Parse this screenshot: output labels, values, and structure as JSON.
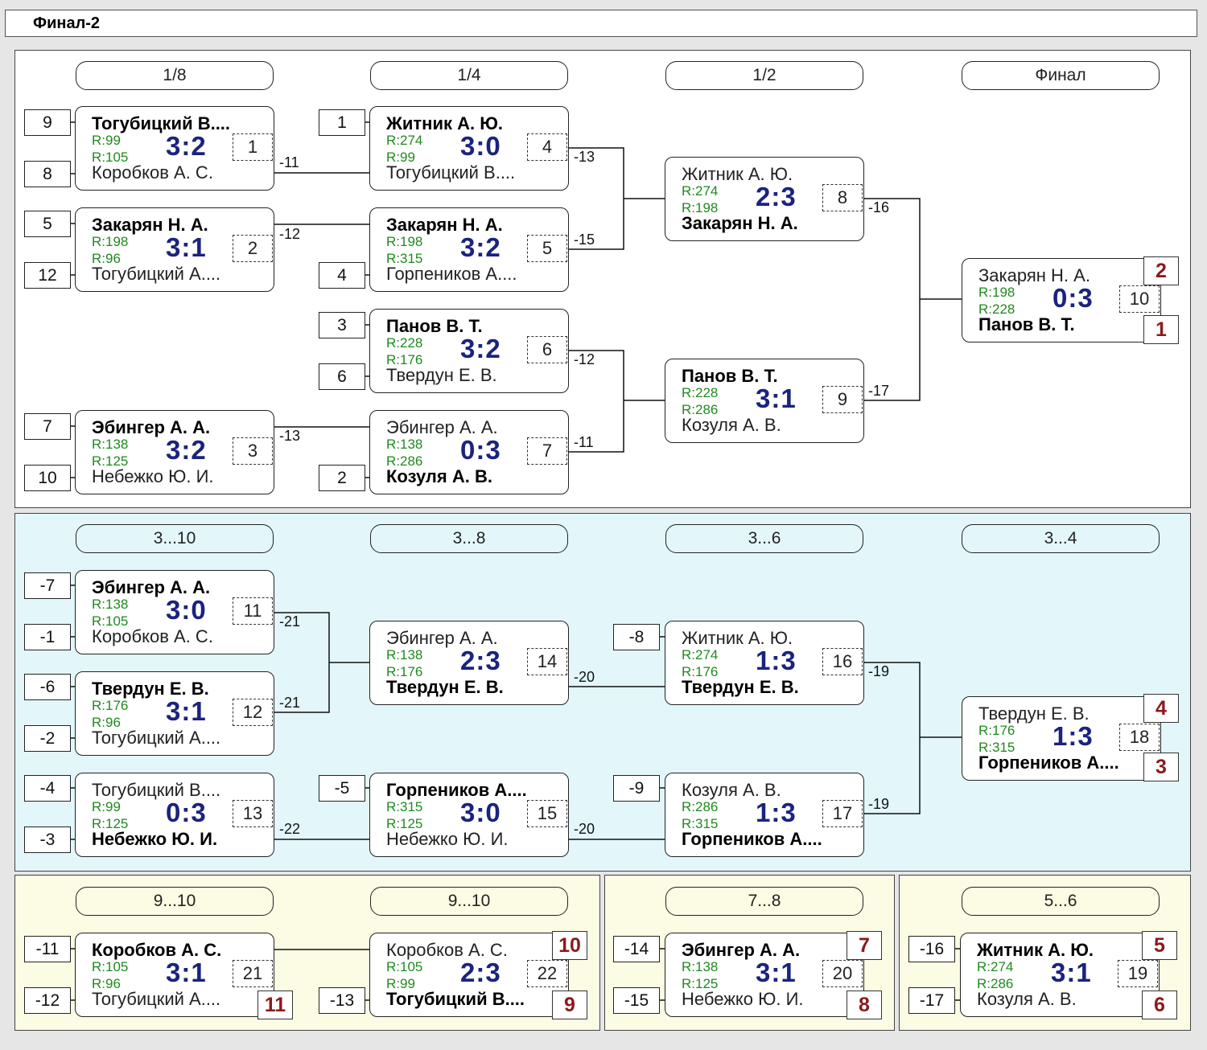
{
  "title": "Финал-2",
  "panels": {
    "main": {
      "headers": [
        "1/8",
        "1/4",
        "1/2",
        "Финал"
      ]
    },
    "lower": {
      "headers": [
        "3...10",
        "3...8",
        "3...6",
        "3...4"
      ]
    },
    "bottom": {
      "headers": [
        "9...10",
        "9...10",
        "7...8",
        "5...6"
      ]
    }
  },
  "seeds": {
    "s1": "9",
    "s2": "8",
    "s3": "5",
    "s4": "12",
    "s5": "7",
    "s6": "10",
    "q1": "1",
    "q2": "4",
    "q3": "3",
    "q4": "6",
    "q5": "2",
    "l1": "-7",
    "l2": "-1",
    "l3": "-6",
    "l4": "-2",
    "l5": "-4",
    "l6": "-3",
    "l7": "-5",
    "l8": "-8",
    "l9": "-9",
    "b1": "-11",
    "b2": "-12",
    "b3": "-13",
    "b4": "-14",
    "b5": "-15",
    "b6": "-16",
    "b7": "-17"
  },
  "links": {
    "m1": "-11",
    "m2": "-12",
    "m7": "-13",
    "m4": "-13",
    "m5": "-15",
    "m6": "-12",
    "m8": "-11",
    "m9": "-16",
    "m10": "-17",
    "n11": "-21",
    "n12": "-21",
    "n13": "-22",
    "n14": "-20",
    "n15": "-20",
    "n16": "-19",
    "n17": "-19"
  },
  "matches": {
    "m1": {
      "p1": "Тогубицкий В....",
      "r1": "R:99",
      "r2": "R:105",
      "p2": "Коробков А. С.",
      "score": "3:2",
      "num": "1"
    },
    "m2": {
      "p1": "Закарян Н. А.",
      "r1": "R:198",
      "r2": "R:96",
      "p2": "Тогубицкий А....",
      "score": "3:1",
      "num": "2"
    },
    "m3": {
      "p1": "Эбингер А. А.",
      "r1": "R:138",
      "r2": "R:125",
      "p2": "Небежко Ю. И.",
      "score": "3:2",
      "num": "3"
    },
    "m4": {
      "p1": "Житник А. Ю.",
      "r1": "R:274",
      "r2": "R:99",
      "p2": "Тогубицкий В....",
      "score": "3:0",
      "num": "4"
    },
    "m5": {
      "p1": "Закарян Н. А.",
      "r1": "R:198",
      "r2": "R:315",
      "p2": "Горпеников А....",
      "score": "3:2",
      "num": "5"
    },
    "m6": {
      "p1": "Панов В. Т.",
      "r1": "R:228",
      "r2": "R:176",
      "p2": "Твердун Е. В.",
      "score": "3:2",
      "num": "6"
    },
    "m7": {
      "p1": "Эбингер А. А.",
      "r1": "R:138",
      "r2": "R:286",
      "p2": "Козуля А. В.",
      "score": "0:3",
      "num": "7"
    },
    "m8": {
      "p1": "Житник А. Ю.",
      "r1": "R:274",
      "r2": "R:198",
      "p2": "Закарян Н. А.",
      "score": "2:3",
      "num": "8"
    },
    "m9": {
      "p1": "Панов В. Т.",
      "r1": "R:228",
      "r2": "R:286",
      "p2": "Козуля А. В.",
      "score": "3:1",
      "num": "9"
    },
    "m10": {
      "p1": "Закарян Н. А.",
      "r1": "R:198",
      "r2": "R:228",
      "p2": "Панов В. Т.",
      "score": "0:3",
      "num": "10",
      "place1": "2",
      "place2": "1"
    },
    "m11": {
      "p1": "Эбингер А. А.",
      "r1": "R:138",
      "r2": "R:105",
      "p2": "Коробков А. С.",
      "score": "3:0",
      "num": "11"
    },
    "m12": {
      "p1": "Твердун Е. В.",
      "r1": "R:176",
      "r2": "R:96",
      "p2": "Тогубицкий А....",
      "score": "3:1",
      "num": "12"
    },
    "m13": {
      "p1": "Тогубицкий В....",
      "r1": "R:99",
      "r2": "R:125",
      "p2": "Небежко Ю. И.",
      "score": "0:3",
      "num": "13"
    },
    "m14": {
      "p1": "Эбингер А. А.",
      "r1": "R:138",
      "r2": "R:176",
      "p2": "Твердун Е. В.",
      "score": "2:3",
      "num": "14"
    },
    "m15": {
      "p1": "Горпеников А....",
      "r1": "R:315",
      "r2": "R:125",
      "p2": "Небежко Ю. И.",
      "score": "3:0",
      "num": "15"
    },
    "m16": {
      "p1": "Житник А. Ю.",
      "r1": "R:274",
      "r2": "R:176",
      "p2": "Твердун Е. В.",
      "score": "1:3",
      "num": "16"
    },
    "m17": {
      "p1": "Козуля А. В.",
      "r1": "R:286",
      "r2": "R:315",
      "p2": "Горпеников А....",
      "score": "1:3",
      "num": "17"
    },
    "m18": {
      "p1": "Твердун Е. В.",
      "r1": "R:176",
      "r2": "R:315",
      "p2": "Горпеников А....",
      "score": "1:3",
      "num": "18",
      "place1": "4",
      "place2": "3"
    },
    "m21": {
      "p1": "Коробков А. С.",
      "r1": "R:105",
      "r2": "R:96",
      "p2": "Тогубицкий А....",
      "score": "3:1",
      "num": "21",
      "place2": "11"
    },
    "m22": {
      "p1": "Коробков А. С.",
      "r1": "R:105",
      "r2": "R:99",
      "p2": "Тогубицкий В....",
      "score": "2:3",
      "num": "22",
      "place1": "10",
      "place2": "9"
    },
    "m20": {
      "p1": "Эбингер А. А.",
      "r1": "R:138",
      "r2": "R:125",
      "p2": "Небежко Ю. И.",
      "score": "3:1",
      "num": "20",
      "place1": "7",
      "place2": "8"
    },
    "m19": {
      "p1": "Житник А. Ю.",
      "r1": "R:274",
      "r2": "R:286",
      "p2": "Козуля А. В.",
      "score": "3:1",
      "num": "19",
      "place1": "5",
      "place2": "6"
    }
  },
  "colors": {
    "main_bg": "#ffffff",
    "lower_bg": "#e3f7fb",
    "bottom_bg": "#fcfbe4",
    "score": "#1a237e",
    "rating": "#1f8a1f",
    "place": "#8b1a1a"
  }
}
